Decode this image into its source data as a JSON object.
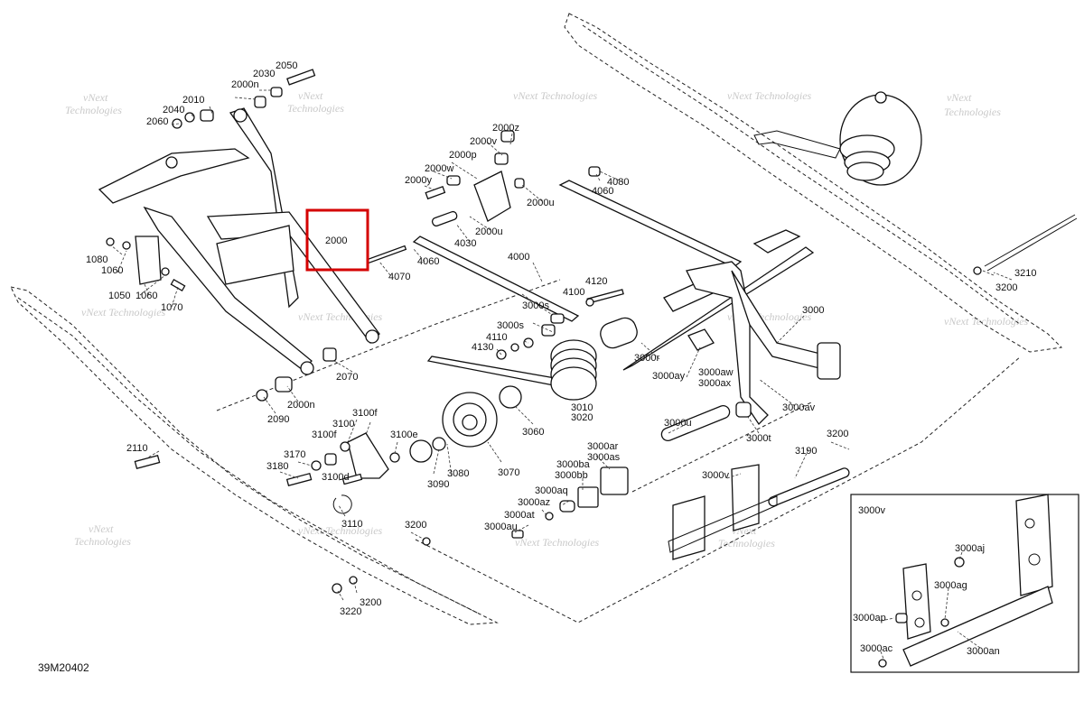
{
  "diagram": {
    "reference": "39M20402",
    "highlight_callout": "2000",
    "inset_title": "3000v",
    "watermark_lines": [
      "vNext",
      "Technologies"
    ],
    "watermark_single": "vNext Technologies",
    "callouts": [
      "2050",
      "2030",
      "2000n",
      "2010",
      "2040",
      "2060",
      "2000",
      "4070",
      "4060",
      "1080",
      "1060",
      "1050",
      "1060",
      "1070",
      "2000z",
      "2000v",
      "2000p",
      "2000w",
      "2000y",
      "2000u",
      "2000u",
      "4030",
      "4000",
      "4060",
      "4080",
      "4120",
      "4100",
      "3000s",
      "3000s",
      "4130",
      "4110",
      "3000r",
      "3000",
      "3000ay",
      "3000aw",
      "3000ax",
      "2070",
      "2090",
      "2000n",
      "3010",
      "3020",
      "3060",
      "3000av",
      "3000u",
      "3000t",
      "3210",
      "3200",
      "2110",
      "3170",
      "3180",
      "3100f",
      "3100",
      "3100f",
      "3100e",
      "3100d",
      "3110",
      "3080",
      "3090",
      "3070",
      "3000ar",
      "3000as",
      "3000ba",
      "3000bb",
      "3000aq",
      "3000az",
      "3000at",
      "3000au",
      "3000v",
      "3190",
      "3200",
      "3200",
      "3200",
      "3220",
      "3000aj",
      "3000ag",
      "3000ap",
      "3000ac",
      "3000an"
    ]
  }
}
